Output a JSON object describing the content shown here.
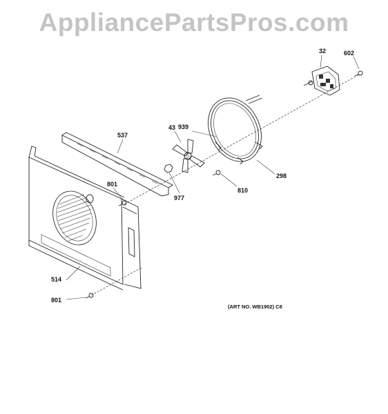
{
  "watermark": "AppliancePartsPros.com",
  "art_number": "(ART NO. WB1902) C8",
  "callouts": {
    "c32": "32",
    "c602": "602",
    "c939": "939",
    "c43": "43",
    "c537": "537",
    "c298": "298",
    "c810": "810",
    "c977": "977",
    "c801a": "801",
    "c514": "514",
    "c801b": "801"
  },
  "parts": {
    "p32": "motor-assembly",
    "p602": "screw",
    "p939": "element-ring",
    "p43": "fan-blade",
    "p537": "bracket",
    "p298": "convection-element",
    "p810": "screw",
    "p977": "nut",
    "p801": "screw",
    "p514": "fan-cover-panel"
  }
}
